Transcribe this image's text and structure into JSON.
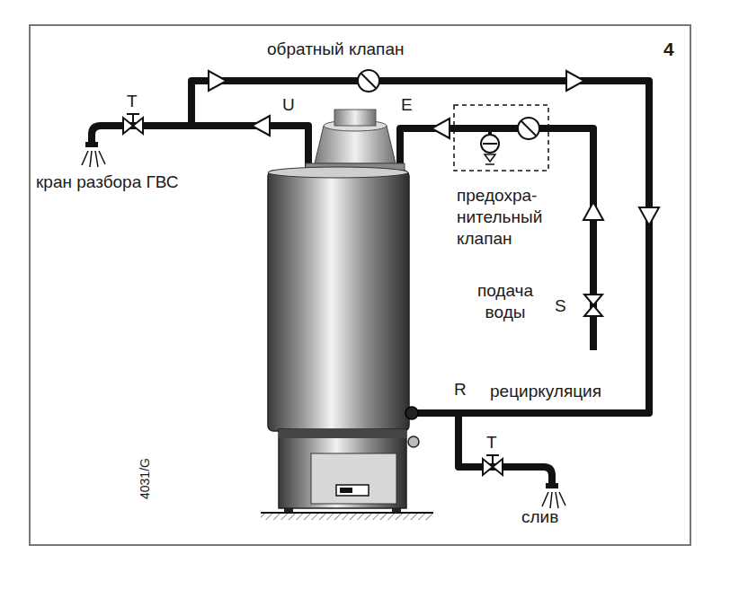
{
  "diagram": {
    "labels": [
      "обратный клапан",
      "4",
      "T",
      "U",
      "E",
      "кран разбора ГВС",
      "предохра- нительный клапан",
      "подача воды",
      "S",
      "R",
      "рециркуляция",
      "T",
      "слив",
      "4031/G"
    ]
  }
}
